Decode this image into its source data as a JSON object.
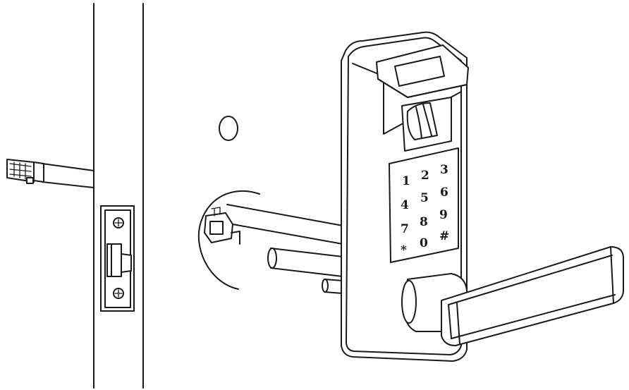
{
  "keypad": {
    "keys": [
      "1",
      "2",
      "3",
      "4",
      "5",
      "6",
      "7",
      "8",
      "9",
      "*",
      "0",
      "#"
    ]
  }
}
